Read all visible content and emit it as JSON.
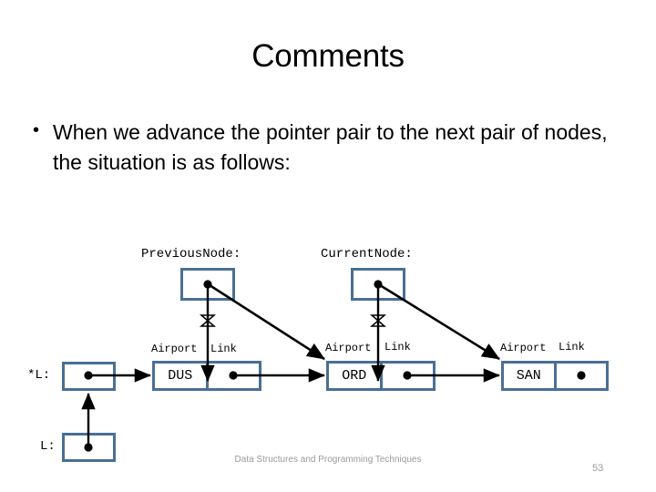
{
  "slide": {
    "title": "Comments",
    "bullet_marker": "•",
    "bullet_text": "When we advance the pointer pair to the next pair of nodes, the situation is as follows:",
    "footer": "Data Structures and Programming Techniques",
    "page_number": "53",
    "accent_color": "#4a6f94",
    "footer_color": "#9a9a9a",
    "ink_color": "#000000"
  },
  "diagram": {
    "type": "linked-list-pointer-diagram",
    "pointer_labels": {
      "previous_node": "PreviousNode:",
      "current_node": "CurrentNode:",
      "l_deref": "*L:",
      "l": "L:"
    },
    "field_labels": {
      "airport": "Airport",
      "link": "Link"
    },
    "nodes": [
      {
        "name": "node-dus",
        "airport": "DUS",
        "link_target": "node-ord"
      },
      {
        "name": "node-ord",
        "airport": "ORD",
        "link_target": "node-san"
      },
      {
        "name": "node-san",
        "airport": "SAN",
        "link_target": "null"
      }
    ],
    "pointers": [
      {
        "name": "previous-node-pointer",
        "label": "PreviousNode:",
        "old_target": "node-dus",
        "old_link_cancelled": true,
        "new_target": "node-ord"
      },
      {
        "name": "current-node-pointer",
        "label": "CurrentNode:",
        "old_target": "node-ord",
        "old_link_cancelled": true,
        "new_target": "node-san"
      },
      {
        "name": "l-deref-pointer",
        "label": "*L:",
        "target": "node-dus"
      },
      {
        "name": "l-pointer",
        "label": "L:",
        "target": "l-deref-box"
      }
    ],
    "field_label_rows": [
      {
        "name": "fields-dus",
        "airport": "Airport",
        "link": "Link"
      },
      {
        "name": "fields-ord",
        "airport": "Airport",
        "link": "Link"
      },
      {
        "name": "fields-san",
        "airport": "Airport",
        "link": "Link"
      }
    ]
  }
}
